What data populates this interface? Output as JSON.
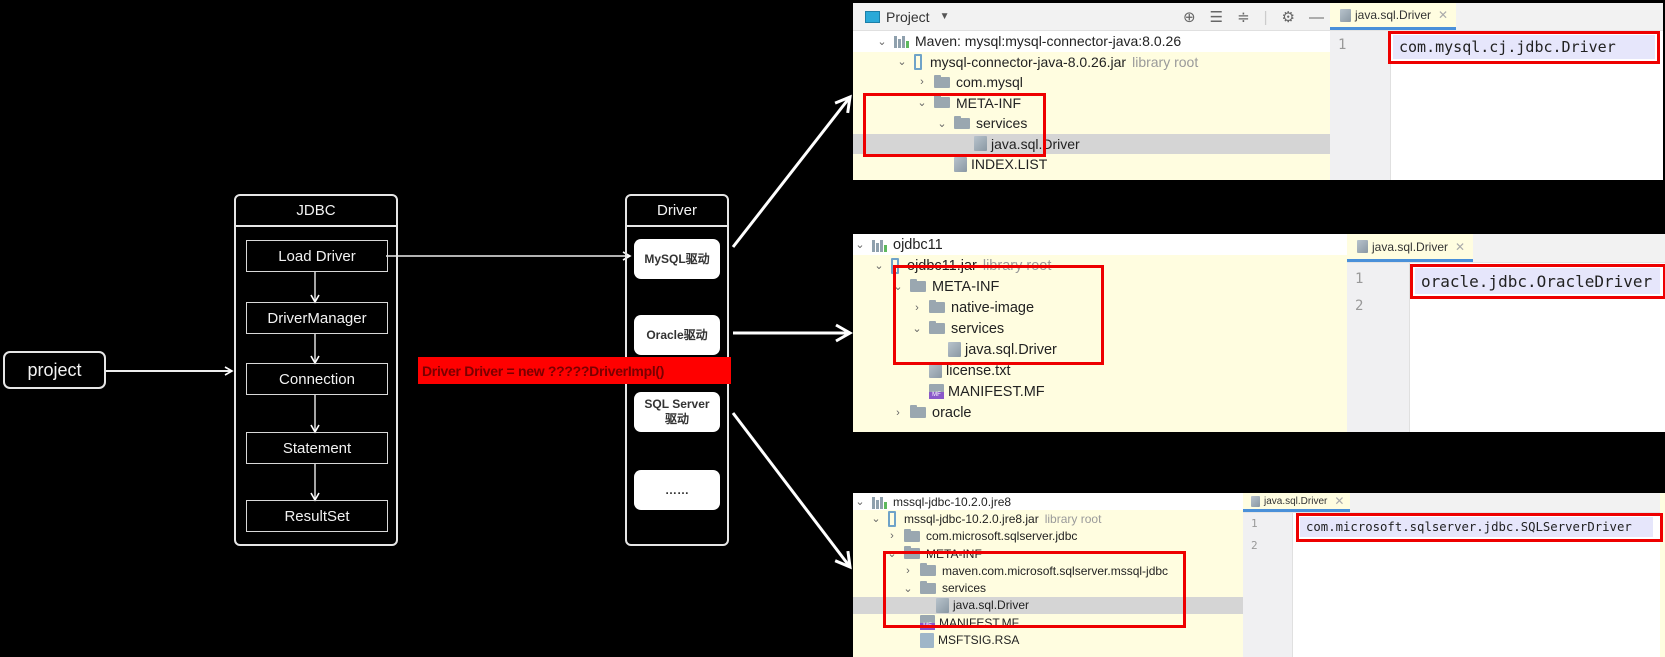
{
  "diagram": {
    "project_label": "project",
    "jdbc": {
      "title": "JDBC",
      "steps": [
        "Load Driver",
        "DriverManager",
        "Connection",
        "Statement",
        "ResultSet"
      ]
    },
    "driver": {
      "title": "Driver",
      "items": [
        "MySQL驱动",
        "Oracle驱动",
        "SQL Server 驱动",
        "……"
      ]
    },
    "banner_text": "Driver Driver = new ?????DriverImpl()",
    "colors": {
      "banner": "#ff0000",
      "highlight_box": "#e00000",
      "tree_bg": "#fffde0"
    }
  },
  "panels": {
    "mysql": {
      "toolbar": {
        "title": "Project"
      },
      "tree": [
        {
          "label": "Maven: mysql:mysql-connector-java:8.0.26",
          "icon": "library-icon",
          "chevron": "expanded",
          "indent": 0
        },
        {
          "label": "mysql-connector-java-8.0.26.jar",
          "hint": "library root",
          "icon": "jar-icon",
          "chevron": "expanded",
          "indent": 1
        },
        {
          "label": "com.mysql",
          "icon": "folder-icon",
          "chevron": "collapsed",
          "indent": 2
        },
        {
          "label": "META-INF",
          "icon": "folder-icon",
          "chevron": "expanded",
          "indent": 2
        },
        {
          "label": "services",
          "icon": "folder-icon",
          "chevron": "expanded",
          "indent": 3
        },
        {
          "label": "java.sql.Driver",
          "icon": "file-icon",
          "chevron": "",
          "indent": 4,
          "selected": true
        },
        {
          "label": "INDEX.LIST",
          "icon": "file-icon",
          "chevron": "",
          "indent": 3
        }
      ],
      "editor": {
        "tab": "java.sql.Driver",
        "lines": [
          "1"
        ],
        "code": "com.mysql.cj.jdbc.Driver"
      }
    },
    "oracle": {
      "tree": [
        {
          "label": "ojdbc11",
          "icon": "library-icon",
          "chevron": "expanded",
          "indent": 0
        },
        {
          "label": "ojdbc11.jar",
          "hint": "library root",
          "icon": "jar-icon",
          "chevron": "expanded",
          "indent": 1
        },
        {
          "label": "META-INF",
          "icon": "folder-icon",
          "chevron": "expanded",
          "indent": 2
        },
        {
          "label": "native-image",
          "icon": "folder-icon",
          "chevron": "collapsed",
          "indent": 3
        },
        {
          "label": "services",
          "icon": "folder-icon",
          "chevron": "expanded",
          "indent": 3
        },
        {
          "label": "java.sql.Driver",
          "icon": "file-icon",
          "chevron": "",
          "indent": 4
        },
        {
          "label": "license.txt",
          "icon": "file-icon",
          "chevron": "",
          "indent": 3
        },
        {
          "label": "MANIFEST.MF",
          "icon": "manifest-icon",
          "chevron": "",
          "indent": 3
        },
        {
          "label": "oracle",
          "icon": "folder-icon",
          "chevron": "collapsed",
          "indent": 2
        }
      ],
      "editor": {
        "tab": "java.sql.Driver",
        "lines": [
          "1",
          "2"
        ],
        "code": "oracle.jdbc.OracleDriver"
      }
    },
    "mssql": {
      "tree": [
        {
          "label": "mssql-jdbc-10.2.0.jre8",
          "icon": "library-icon",
          "chevron": "expanded",
          "indent": 0
        },
        {
          "label": "mssql-jdbc-10.2.0.jre8.jar",
          "hint": "library root",
          "icon": "jar-icon",
          "chevron": "expanded",
          "indent": 1
        },
        {
          "label": "com.microsoft.sqlserver.jdbc",
          "icon": "folder-icon",
          "chevron": "collapsed",
          "indent": 2
        },
        {
          "label": "META-INF",
          "icon": "folder-icon",
          "chevron": "expanded",
          "indent": 2
        },
        {
          "label": "maven.com.microsoft.sqlserver.mssql-jdbc",
          "icon": "folder-icon",
          "chevron": "collapsed",
          "indent": 3
        },
        {
          "label": "services",
          "icon": "folder-icon",
          "chevron": "expanded",
          "indent": 3
        },
        {
          "label": "java.sql.Driver",
          "icon": "file-icon",
          "chevron": "",
          "indent": 4,
          "selected": true
        },
        {
          "label": "MANIFEST.MF",
          "icon": "manifest-icon",
          "chevron": "",
          "indent": 3
        },
        {
          "label": "MSFTSIG.RSA",
          "icon": "rsa-icon",
          "chevron": "",
          "indent": 3
        }
      ],
      "editor": {
        "tab": "java.sql.Driver",
        "lines": [
          "1",
          "2"
        ],
        "code": "com.microsoft.sqlserver.jdbc.SQLServerDriver"
      }
    }
  }
}
